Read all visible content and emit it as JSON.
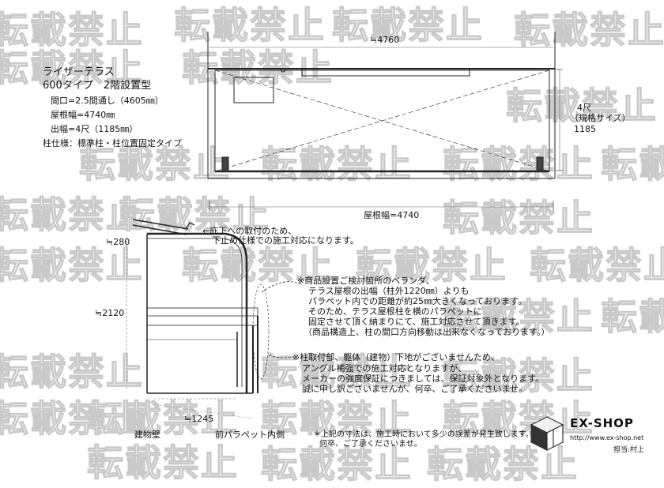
{
  "watermark": "転載禁止",
  "header": {
    "line1": "ライザーテラス",
    "line2": "600タイプ　2階設置型",
    "spec_frontage": "間口=2.5間通し（4605㎜）",
    "spec_roof_width": "屋根幅=4740㎜",
    "spec_projection": "出幅=4尺（1185㎜）",
    "spec_post": "柱仕様：標準柱・柱位置固定タイプ"
  },
  "plan_view": {
    "top_dim": "≒4760",
    "side_dim_label1": "4尺",
    "side_dim_label2": "（規格サイズ）",
    "side_dim_value": "1185",
    "bottom_dim": "屋根幅=4740"
  },
  "section_view": {
    "eave_note_line1": "←庇下への取付のため、",
    "eave_note_line2": "下止め仕様での施工対応になります。",
    "dim_top": "≒280",
    "dim_height": "≒2120",
    "dim_projection": "≒1245",
    "label_wall": "建物壁",
    "label_parapet": "前パラペット内側"
  },
  "notes": {
    "note1": [
      "※商品設置ご検討箇所のベランダ、",
      "テラス屋根の出幅（柱外1220㎜）よりも",
      "パラペット内での距離が約25㎜大きくなっております。",
      "そのため、テラス屋根柱を横のパラペットに",
      "固定させて頂く納まりにて、施工対応させて頂きます。",
      "（商品構造上、柱の間口方向移動は出来なくなっております。）"
    ],
    "note2": [
      "※柱取付部、躯体（建物）下地がございませんため、",
      "アングル補強での施工対応となりますが、",
      "メーカーの強度保証につきましては、保証対象外となります。",
      "誠に申し訳ございませんが、何卒、ご了承くださいませ。"
    ],
    "footer_line1": "＊上記の寸法は、施工時において多少の誤差が発生致します。",
    "footer_line2": "何卒、ご了承くださいませ。"
  },
  "brand": {
    "name": "EX-SHOP",
    "url": "http://www.ex-shop.net",
    "staff": "担当:村上",
    "logo_icon": "cube-logo-icon"
  }
}
